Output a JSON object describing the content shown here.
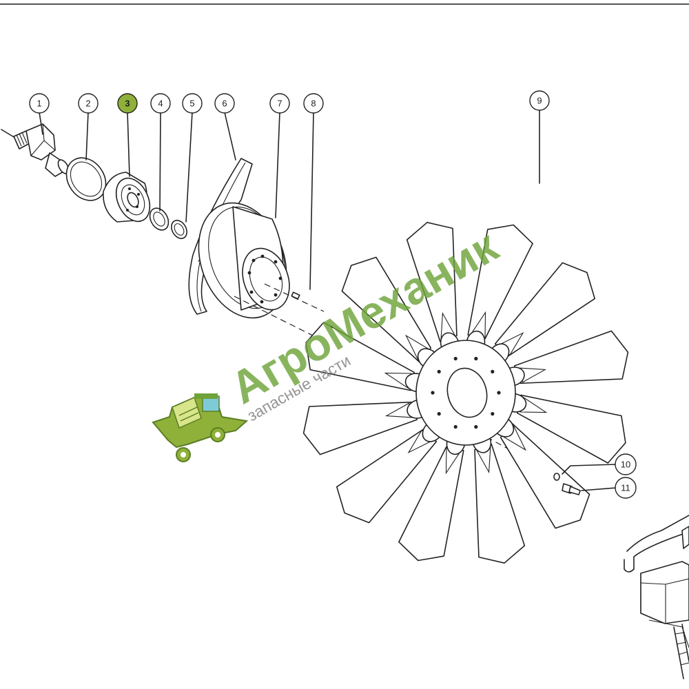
{
  "callouts": [
    {
      "id": "1",
      "label": "1",
      "highlighted": false
    },
    {
      "id": "2",
      "label": "2",
      "highlighted": false
    },
    {
      "id": "3",
      "label": "3",
      "highlighted": true
    },
    {
      "id": "4",
      "label": "4",
      "highlighted": false
    },
    {
      "id": "5",
      "label": "5",
      "highlighted": false
    },
    {
      "id": "6",
      "label": "6",
      "highlighted": false
    },
    {
      "id": "7",
      "label": "7",
      "highlighted": false
    },
    {
      "id": "8",
      "label": "8",
      "highlighted": false
    },
    {
      "id": "9",
      "label": "9",
      "highlighted": false
    },
    {
      "id": "10",
      "label": "10",
      "highlighted": false
    },
    {
      "id": "11",
      "label": "11",
      "highlighted": false
    }
  ],
  "watermark": {
    "brand": "АгроМеханик",
    "tagline": "запасные части",
    "brand_color": "#6fa33a",
    "logo_icon": "combine-harvester-icon"
  },
  "colors": {
    "highlight": "#8fb13a",
    "line": "#222222"
  }
}
